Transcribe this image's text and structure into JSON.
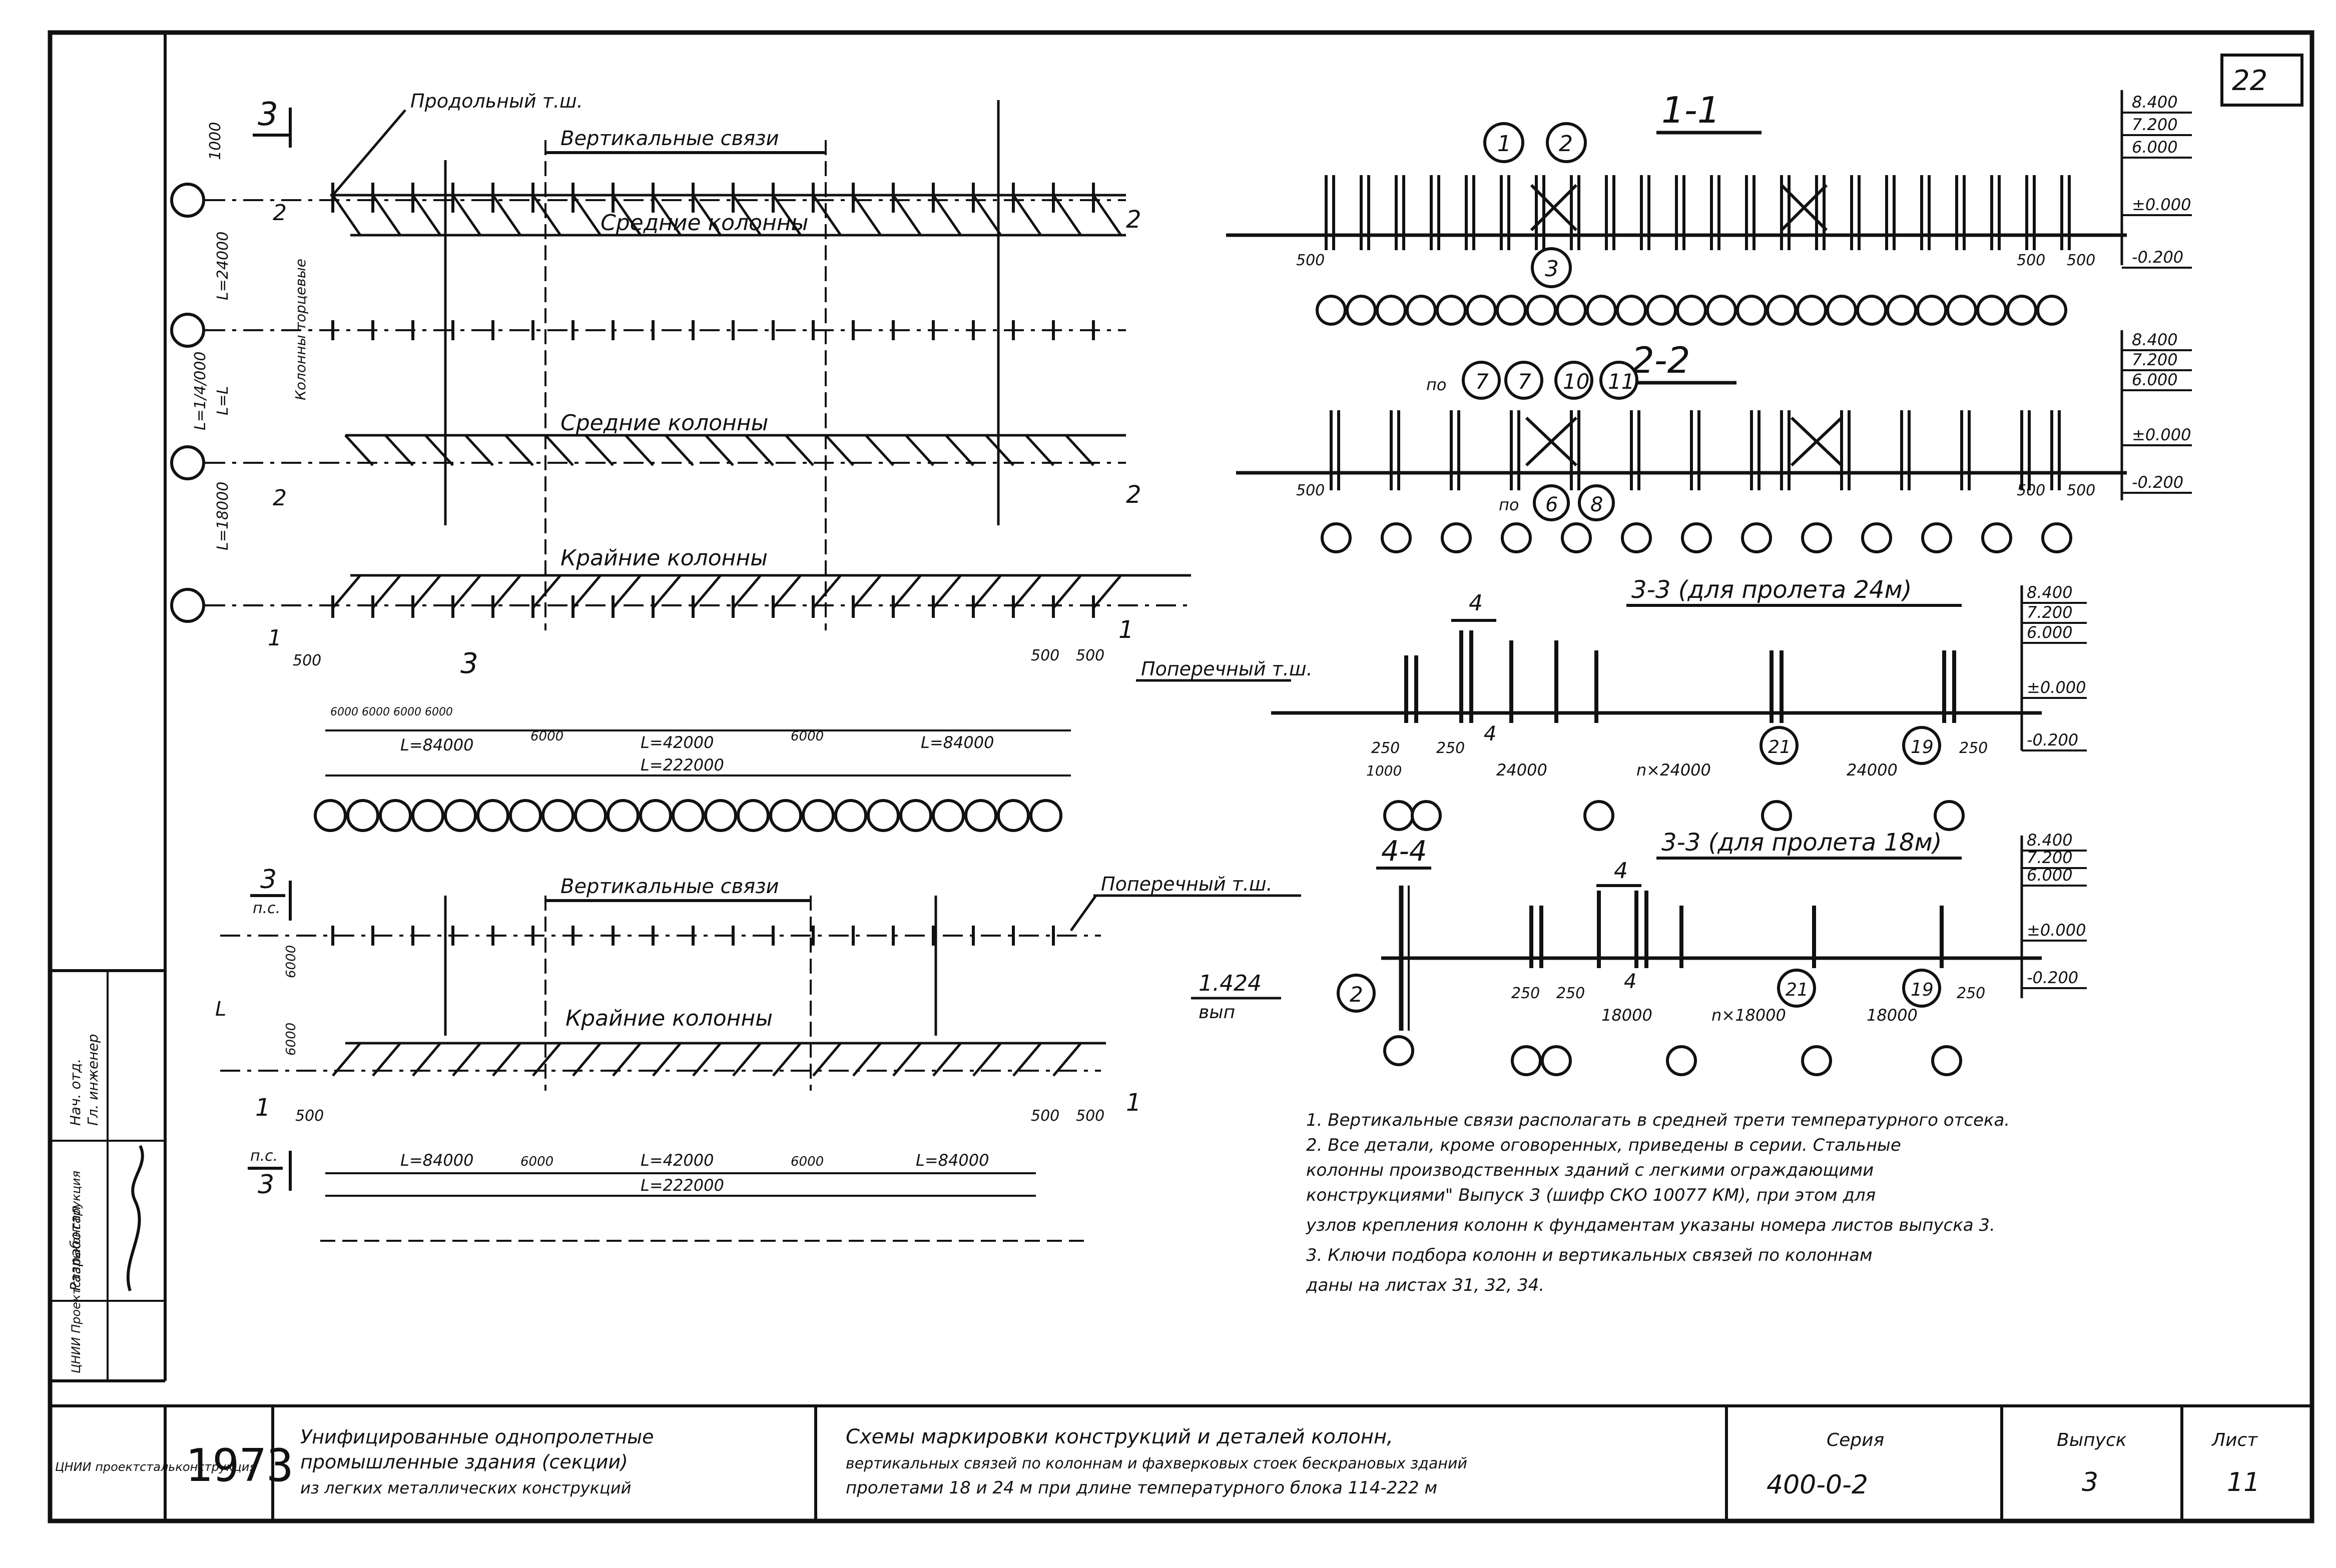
{
  "sheet_number": "22",
  "plan_upper": {
    "section_mark": "3",
    "label_longitudinal": "Продольный т.ш.",
    "label_vertical_ties": "Вертикальные связи",
    "label_middle_columns_1": "Средние колонны",
    "label_middle_columns_2": "Средние колонны",
    "label_edge_columns": "Крайние колонны",
    "label_transverse": "Поперечный т.ш.",
    "side_label_column_keys": "Колонны торцевые",
    "dim_top": "1000",
    "dim_l1": "L=24000",
    "dim_l_total": "L=1/4/000",
    "dim_l_eq": "L=L",
    "dim_l2": "L=18000",
    "dim_500_left": "500",
    "dim_500_right": "500",
    "dim_500_mid": "500",
    "bottom_spacing": "6000 6000 6000 6000",
    "dim_84000_left": "L=84000",
    "dim_6000_left": "6000",
    "dim_42000": "L=42000",
    "dim_6000_right": "6000",
    "dim_84000_right": "L=84000",
    "dim_222000": "L=222000",
    "marker_2_top": "2",
    "marker_2_mid": "2",
    "marker_1": "1",
    "marker_3": "3"
  },
  "plan_lower": {
    "section_mark_top": "3",
    "section_mark_sub": "п.с.",
    "label_vertical_ties": "Вертикальные связи",
    "label_transverse": "Поперечный т.ш.",
    "label_edge_columns": "Крайние колонны",
    "side_label_L": "L",
    "dim_6000_a": "6000",
    "dim_6000_b": "6000",
    "dim_500_left": "500",
    "dim_500_right": "500",
    "dim_500_r2": "500",
    "marker_1": "1",
    "section_mark_bottom": "3",
    "section_mark_bottom_sub": "п.с.",
    "dim_84000_left": "L=84000",
    "dim_6000_left": "6000",
    "dim_42000": "L=42000",
    "dim_6000_right": "6000",
    "dim_84000_right": "L=84000",
    "dim_222000": "L=222000"
  },
  "section_1_1": {
    "title": "1-1",
    "bubbles": [
      "1",
      "2",
      "3"
    ],
    "levels": [
      "8.400",
      "7.200",
      "6.000",
      "±0.000",
      "-0.200"
    ],
    "dim_500_left": "500",
    "dim_500_right_a": "500",
    "dim_500_right_b": "500"
  },
  "section_2_2": {
    "title": "2-2",
    "prefix_top": "по",
    "bubbles_top": [
      "7",
      "7",
      "10",
      "11"
    ],
    "prefix_bottom": "по",
    "bubbles_bottom": [
      "6",
      "8"
    ],
    "levels": [
      "8.400",
      "7.200",
      "6.000",
      "±0.000",
      "-0.200"
    ],
    "dim_500_left": "500",
    "dim_500_right_a": "500",
    "dim_500_right_b": "500"
  },
  "section_3_3_24": {
    "title": "3-3 (для пролета 24м)",
    "marker_4_top": "4",
    "marker_4_bottom": "4",
    "levels": [
      "8.400",
      "7.200",
      "6.000",
      "±0.000",
      "-0.200"
    ],
    "dim_250_a": "250",
    "dim_250_b": "250",
    "dim_250_c": "250",
    "dim_1000": "1000",
    "dim_24000_a": "24000",
    "dim_n24000": "n×24000",
    "dim_24000_b": "24000",
    "bubble_21": "21",
    "bubble_19": "19"
  },
  "section_4_4": {
    "title": "4-4",
    "level": "1.424",
    "level_sub": "вып",
    "bubble_2": "2"
  },
  "section_3_3_18": {
    "title": "3-3 (для пролета 18м)",
    "marker_4_top": "4",
    "marker_4_bottom": "4",
    "levels": [
      "8.400",
      "7.200",
      "6.000",
      "±0.000",
      "-0.200"
    ],
    "dim_250_a": "250",
    "dim_250_b": "250",
    "dim_250_c": "250",
    "dim_18000_a": "18000",
    "dim_n18000": "n×18000",
    "dim_18000_b": "18000",
    "bubble_21": "21",
    "bubble_19": "19"
  },
  "notes": {
    "line1": "1. Вертикальные связи располагать в средней трети температурного отсека.",
    "line2": "2. Все детали, кроме оговоренных, приведены в серии. Стальные",
    "line3": "колонны производственных зданий с легкими ограждающими",
    "line4": "конструкциями\" Выпуск 3 (шифр СКО 10077 КМ), при этом для",
    "line5": "узлов крепления колонн к фундаментам указаны номера листов выпуска 3.",
    "line6": "3. Ключи подбора колонн и вертикальных связей по колоннам",
    "line7": "даны на листах 31, 32, 34."
  },
  "side_stamp": {
    "text_a": "Нач. отд.",
    "text_b": "Гл. инженер",
    "text_c": "Разработал",
    "org": "ЦНИИ Проектстальконструкция"
  },
  "title_block": {
    "org_short": "ЦНИИ проектстальконструкция",
    "year": "1973",
    "subject_line1": "Унифицированные однопролетные",
    "subject_line2": "промышленные здания (секции)",
    "subject_line3": "из легких металлических конструкций",
    "sheet_title_line1": "Схемы маркировки конструкций и деталей колонн,",
    "sheet_title_line2": "вертикальных связей по колоннам и фахверковых стоек бескрановых зданий",
    "sheet_title_line3": "пролетами 18 и 24 м при длине температурного блока 114-222 м",
    "series_label": "Серия",
    "series_value": "400-0-2",
    "issue_label": "Выпуск",
    "issue_value": "3",
    "sheet_label": "Лист",
    "sheet_value": "11"
  }
}
